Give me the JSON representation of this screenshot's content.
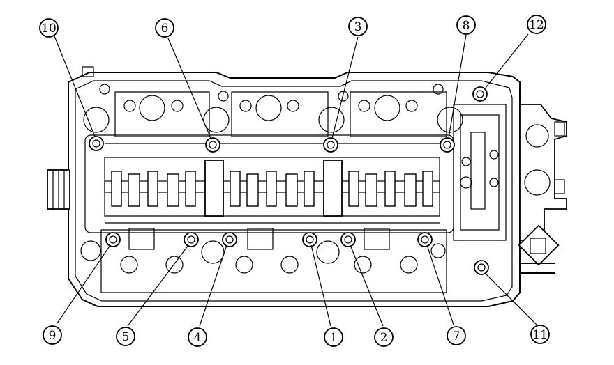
{
  "diagram": {
    "callouts": [
      {
        "id": "c10",
        "label": "10"
      },
      {
        "id": "c6",
        "label": "6"
      },
      {
        "id": "c3",
        "label": "3"
      },
      {
        "id": "c8",
        "label": "8"
      },
      {
        "id": "c12",
        "label": "12"
      },
      {
        "id": "c9",
        "label": "9"
      },
      {
        "id": "c5",
        "label": "5"
      },
      {
        "id": "c4",
        "label": "4"
      },
      {
        "id": "c1",
        "label": "1"
      },
      {
        "id": "c2",
        "label": "2"
      },
      {
        "id": "c7",
        "label": "7"
      },
      {
        "id": "c11",
        "label": "11"
      }
    ]
  }
}
